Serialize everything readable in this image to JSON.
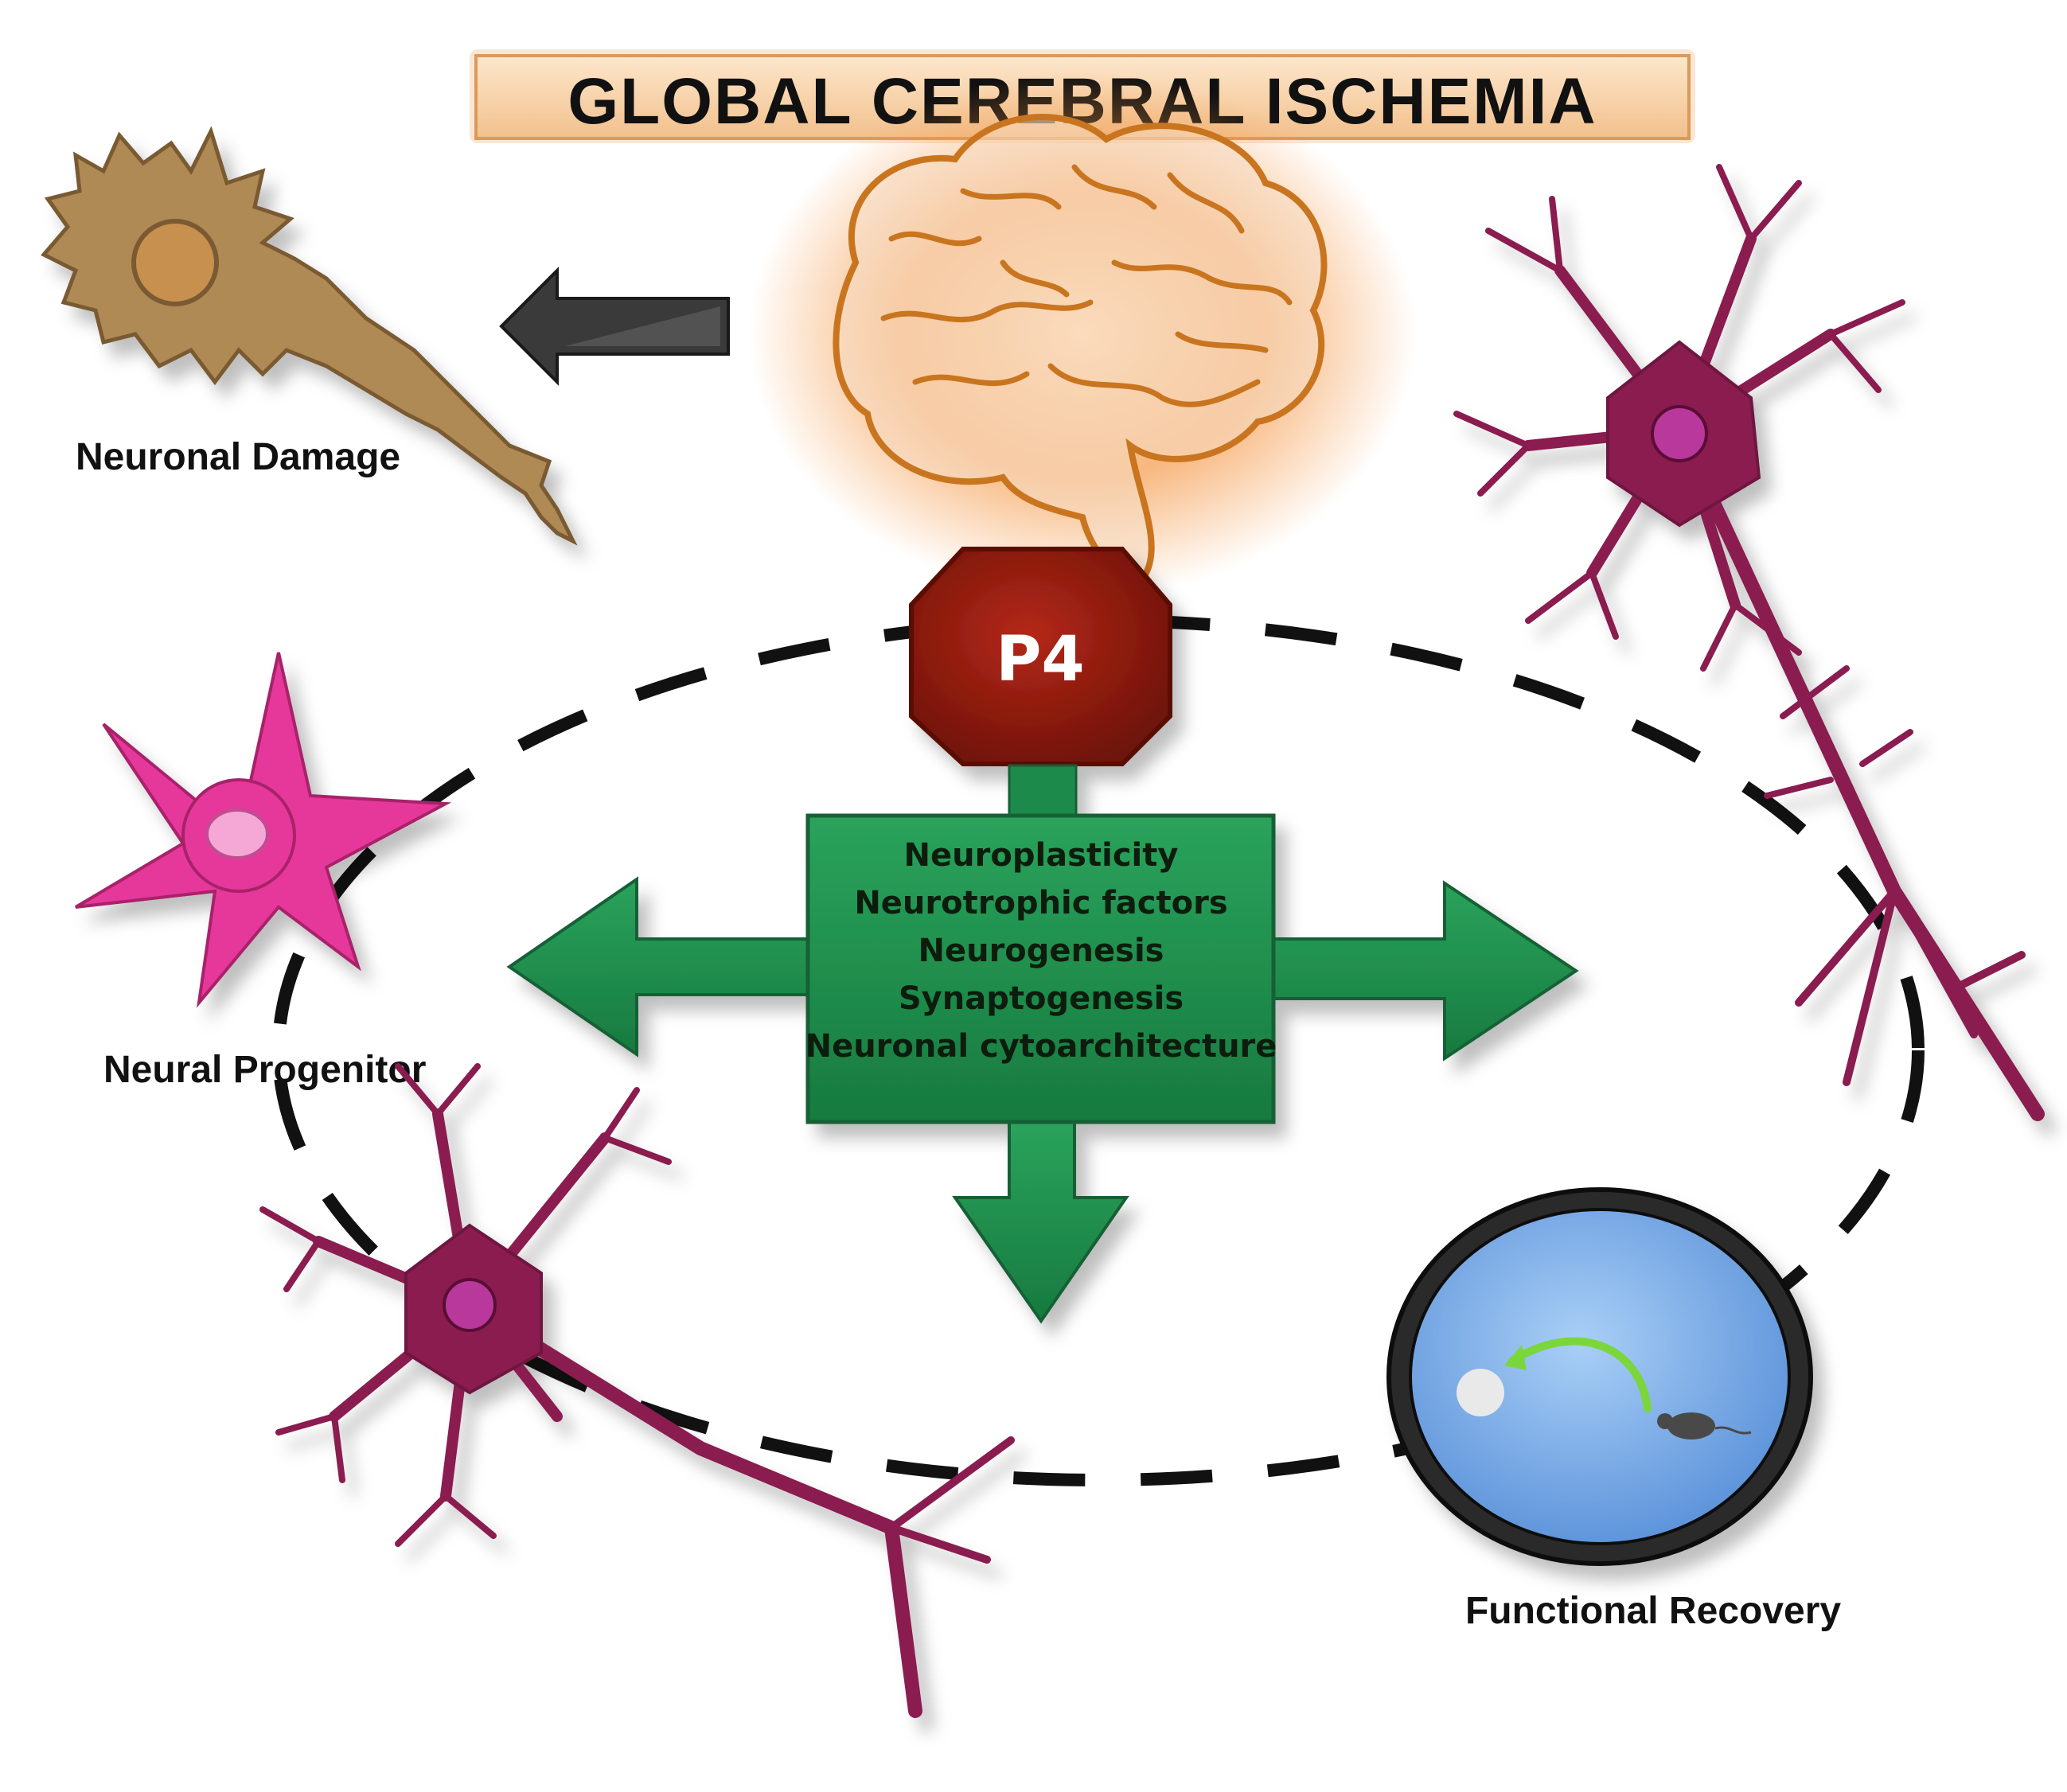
{
  "title": "GLOBAL CEREBRAL ISCHEMIA",
  "hormone": "P4",
  "effects": [
    "Neuroplasticity",
    "Neurotrophic factors",
    "Neurogenesis",
    "Synaptogenesis",
    "Neuronal cytoarchitecture"
  ],
  "labels": {
    "damage": "Neuronal Damage",
    "progenitor": "Neural Progenitor",
    "recovery": "Functional Recovery"
  },
  "colors": {
    "title_banner": "#f7d2a6",
    "brain_glow": "#f59a4a",
    "brain_outline": "#c9751f",
    "p4_octagon": "#8e1a0c",
    "effects_box": "#1f8a4c",
    "neuron_mature": "#8a1f4f",
    "neuron_progenitor": "#e6399b",
    "neuron_damaged": "#9c7a4c",
    "arrow_dark": "#3a3a3a",
    "recovery_dish": "#7fb3ee",
    "recovery_arrow": "#7ad63a"
  },
  "icons": {
    "brain": "brain-icon",
    "damaged_neuron": "damaged-neuron-icon",
    "progenitor": "progenitor-cell-icon",
    "mature_neuron": "neuron-icon",
    "water_maze": "water-maze-icon",
    "mouse": "mouse-icon"
  }
}
